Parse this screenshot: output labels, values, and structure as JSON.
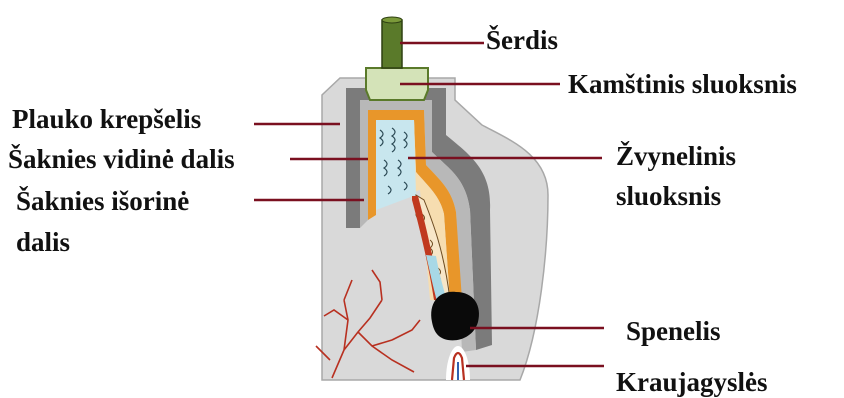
{
  "labels": {
    "serdis": "Šerdis",
    "kamstinis_sluoksnis": "Kamštinis sluoksnis",
    "plauko_krepselis": "Plauko krepšelis",
    "saknies_vidine_dalis": "Šaknies vidinė dalis",
    "saknies_isorine_dalis_line1": "Šaknies išorinė",
    "saknies_isorine_dalis_line2": "dalis",
    "zvynelinis_line1": "Žvynelinis",
    "zvynelinis_line2": "sluoksnis",
    "spenelis": "Spenelis",
    "kraujagysles": "Kraujagyslės"
  },
  "colors": {
    "leader_line": "#7a1020",
    "follicle_gray": "#d9d9d9",
    "sheath_dark": "#7b7b7b",
    "sheath_mid": "#b8b8b8",
    "outer_root_orange": "#e8962a",
    "inner_root_cream": "#f6ddb0",
    "cuticle_blue": "#c8e6ee",
    "cortex_light": "#f7e6c8",
    "medulla_green": "#5a7a2a",
    "cap_green": "#d4e3b8",
    "papilla_black": "#0a0a0a",
    "vessel_red": "#b83020"
  }
}
